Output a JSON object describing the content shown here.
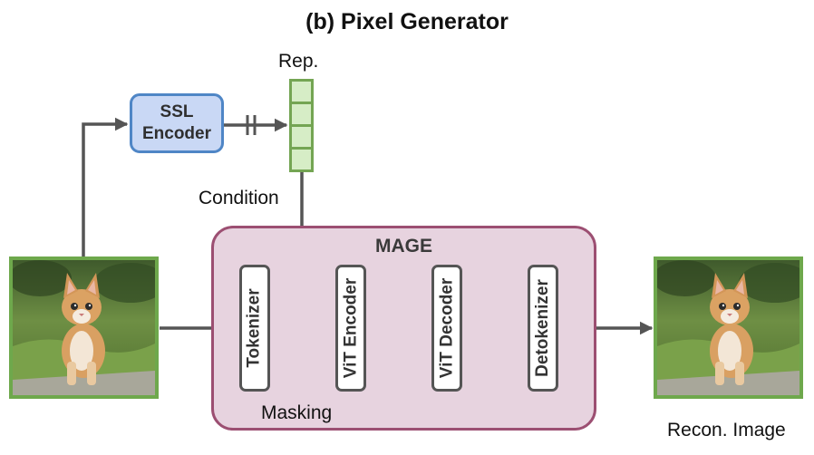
{
  "title": "(b) Pixel Generator",
  "ssl_encoder": {
    "label": "SSL Encoder"
  },
  "rep_label": "Rep.",
  "condition_label": "Condition",
  "masking_label": "Masking",
  "mage": {
    "title": "MAGE",
    "blocks": [
      "Tokenizer",
      "ViT Encoder",
      "ViT Decoder",
      "Detokenizer"
    ]
  },
  "recon_label": "Recon. Image",
  "colors": {
    "ssl_fill": "#c9d8f5",
    "ssl_border": "#4f86c6",
    "rep_fill": "#d6edc6",
    "rep_border": "#74a553",
    "mage_fill": "#e7d3df",
    "mage_border": "#9c4f72",
    "arrow": "#555555",
    "image_frame": "#6ea84c"
  }
}
